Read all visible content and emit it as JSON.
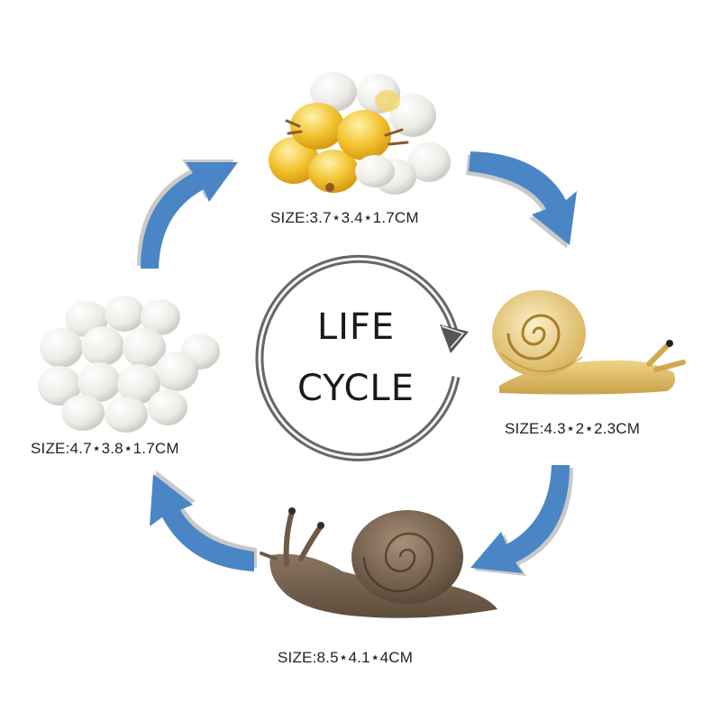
{
  "center": {
    "line1": "LIFE",
    "line2": "CYCLE"
  },
  "stages": [
    {
      "name": "hatching-eggs",
      "size": "SIZE:3.7⋆3.4⋆1.7CM"
    },
    {
      "name": "baby-snail",
      "size": "SIZE:4.3⋆2⋆2.3CM"
    },
    {
      "name": "adult-snail",
      "size": "SIZE:8.5⋆4.1⋆4CM"
    },
    {
      "name": "eggs",
      "size": "SIZE:4.7⋆3.8⋆1.7CM"
    }
  ],
  "colors": {
    "arrow": "#4a86c6",
    "arrow_shadow": "#c9c9c9",
    "ring": "#555555",
    "egg": "#f4f4f2",
    "yolk": "#f2c230",
    "baby_snail": "#e8c96a",
    "adult_snail": "#7b6650"
  }
}
